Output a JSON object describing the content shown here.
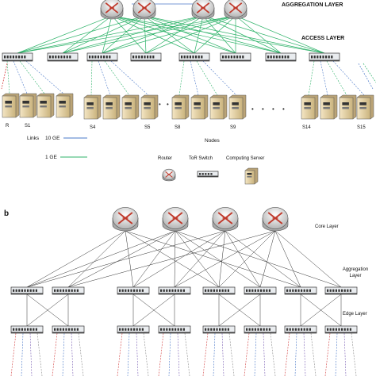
{
  "part_a": {
    "layer_labels": {
      "aggregation": "AGGREGATION LAYER",
      "access": "ACCESS LAYER"
    },
    "server_labels": [
      "R",
      "S1",
      "S4",
      "S5",
      "S8",
      "S9",
      "S14",
      "S15"
    ],
    "nodes_label": "Nodes",
    "links_legend": {
      "title": "Links",
      "ten_ge": "10 GE",
      "one_ge": "1 GE"
    },
    "device_legend": {
      "router": "Router",
      "tor_switch": "ToR Switch",
      "computing_server": "Computing Server"
    },
    "colors": {
      "one_ge_link": "#2fb36a",
      "ten_ge_link": "#4a78c8",
      "uplink_red": "#d23b3b"
    }
  },
  "part_b": {
    "panel_label": "b",
    "layer_labels": {
      "core": "Core Layer",
      "aggregation": "Aggregation Layer",
      "edge": "Edge Layer"
    }
  }
}
